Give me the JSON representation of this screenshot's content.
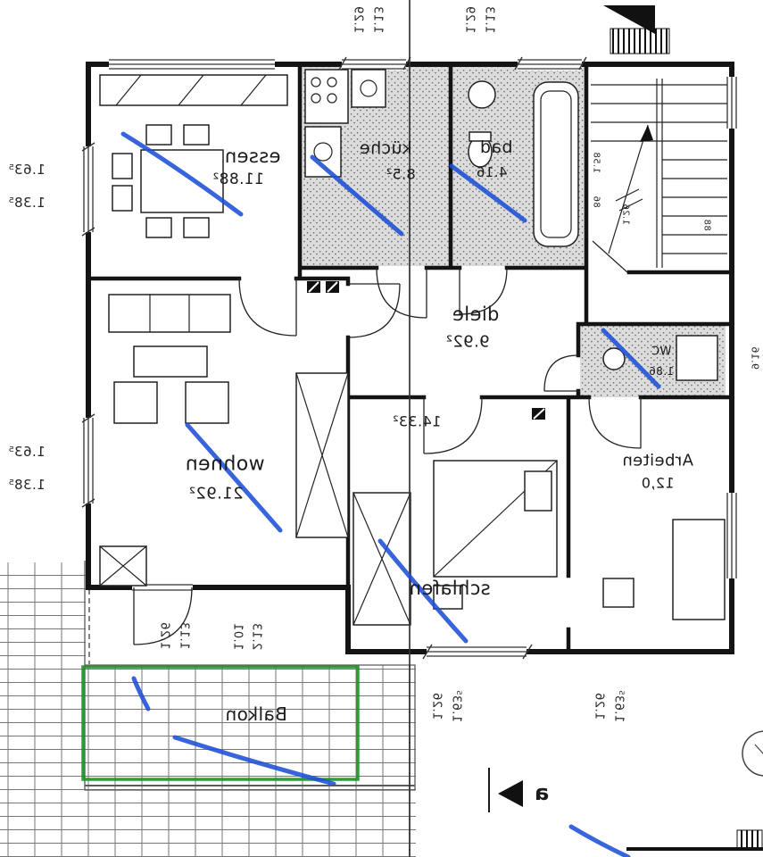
{
  "rooms": {
    "essen": {
      "label": "essen",
      "area": "11.88²"
    },
    "kueche": {
      "label": "küche",
      "area": "8.5²"
    },
    "bad": {
      "label": "bad",
      "area": "4.16"
    },
    "diele": {
      "label": "diele",
      "area": "9.92²"
    },
    "wohnen": {
      "label": "wohnen",
      "area": "21.92²"
    },
    "schlafen": {
      "label": "schlafen",
      "area": "14.33²"
    },
    "arbeiten": {
      "label": "Arbeiten",
      "area": "12,0"
    },
    "wc": {
      "label": "WC",
      "area": "1.86"
    },
    "balkon": {
      "label": "Balkon"
    }
  },
  "dimensions": {
    "left_upper": [
      "1.63⁵",
      "1.38⁵"
    ],
    "left_lower": [
      "1.63⁵",
      "1.38⁵"
    ],
    "top_a": [
      "1.29",
      "1.13"
    ],
    "top_b": [
      "1.29",
      "1.13"
    ],
    "bottom_a": [
      "1.26",
      "1.63⁵"
    ],
    "bottom_b": [
      "1.26",
      "1.63⁵"
    ],
    "balkon_a": [
      "1.26",
      "1.13"
    ],
    "balkon_b": [
      "1.01",
      "2.13"
    ],
    "stairs": [
      "1.58",
      "86",
      "1.26",
      "88"
    ],
    "right_edge": "9.16"
  },
  "annotations": {
    "section_arrow_label": "a"
  },
  "colors": {
    "pen_blue": "#1d4fd7",
    "marker_green": "#169421",
    "wall_black": "#141414",
    "stipple_grey": "#dcdcdc"
  }
}
